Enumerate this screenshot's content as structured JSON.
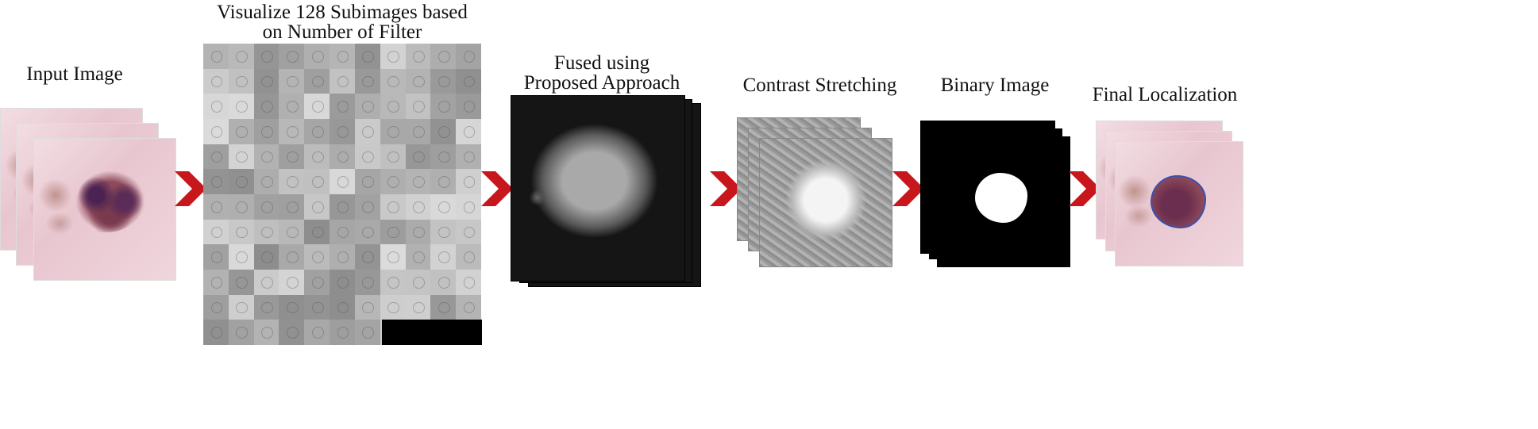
{
  "labels": {
    "input": "Input Image",
    "visualize_line1": "Visualize 128 Subimages based",
    "visualize_line2": "on Number of Filter",
    "fused_line1": "Fused using",
    "fused_line2": "Proposed Approach",
    "contrast": "Contrast Stretching",
    "binary": "Binary Image",
    "final": "Final Localization"
  },
  "colors": {
    "arrow": "#c8161d",
    "outline": "#3b4fb0"
  }
}
